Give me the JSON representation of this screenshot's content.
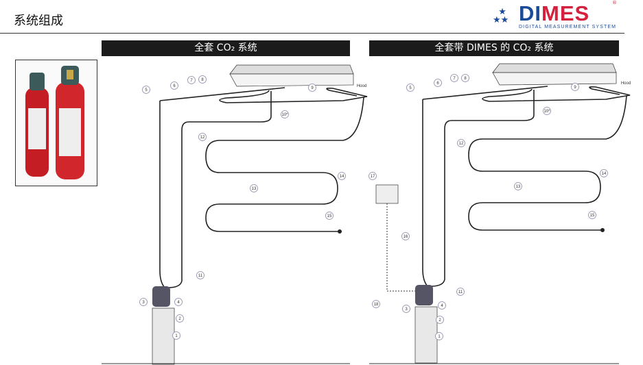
{
  "page": {
    "title": "系统组成"
  },
  "logo": {
    "brand_blue": "DI",
    "brand_red": "MES",
    "tagline": "DIGITAL MEASUREMENT SYSTEM",
    "registered": "®",
    "colors": {
      "blue": "#1a4a9a",
      "red": "#d4213d"
    }
  },
  "left_panel": {
    "header": "全套 CO₂ 系统",
    "hood_label": "Hood",
    "labels": [
      "5",
      "6",
      "7",
      "8",
      "9",
      "10*",
      "12",
      "13",
      "14",
      "15",
      "11",
      "3",
      "4",
      "2",
      "1"
    ]
  },
  "right_panel": {
    "header": "全套带 DIMES 的 CO₂ 系统",
    "hood_label": "Hood",
    "labels": [
      "5",
      "6",
      "7",
      "8",
      "9",
      "10*",
      "12",
      "13",
      "14",
      "15",
      "11",
      "3",
      "4",
      "2",
      "1",
      "17",
      "16",
      "18"
    ]
  }
}
